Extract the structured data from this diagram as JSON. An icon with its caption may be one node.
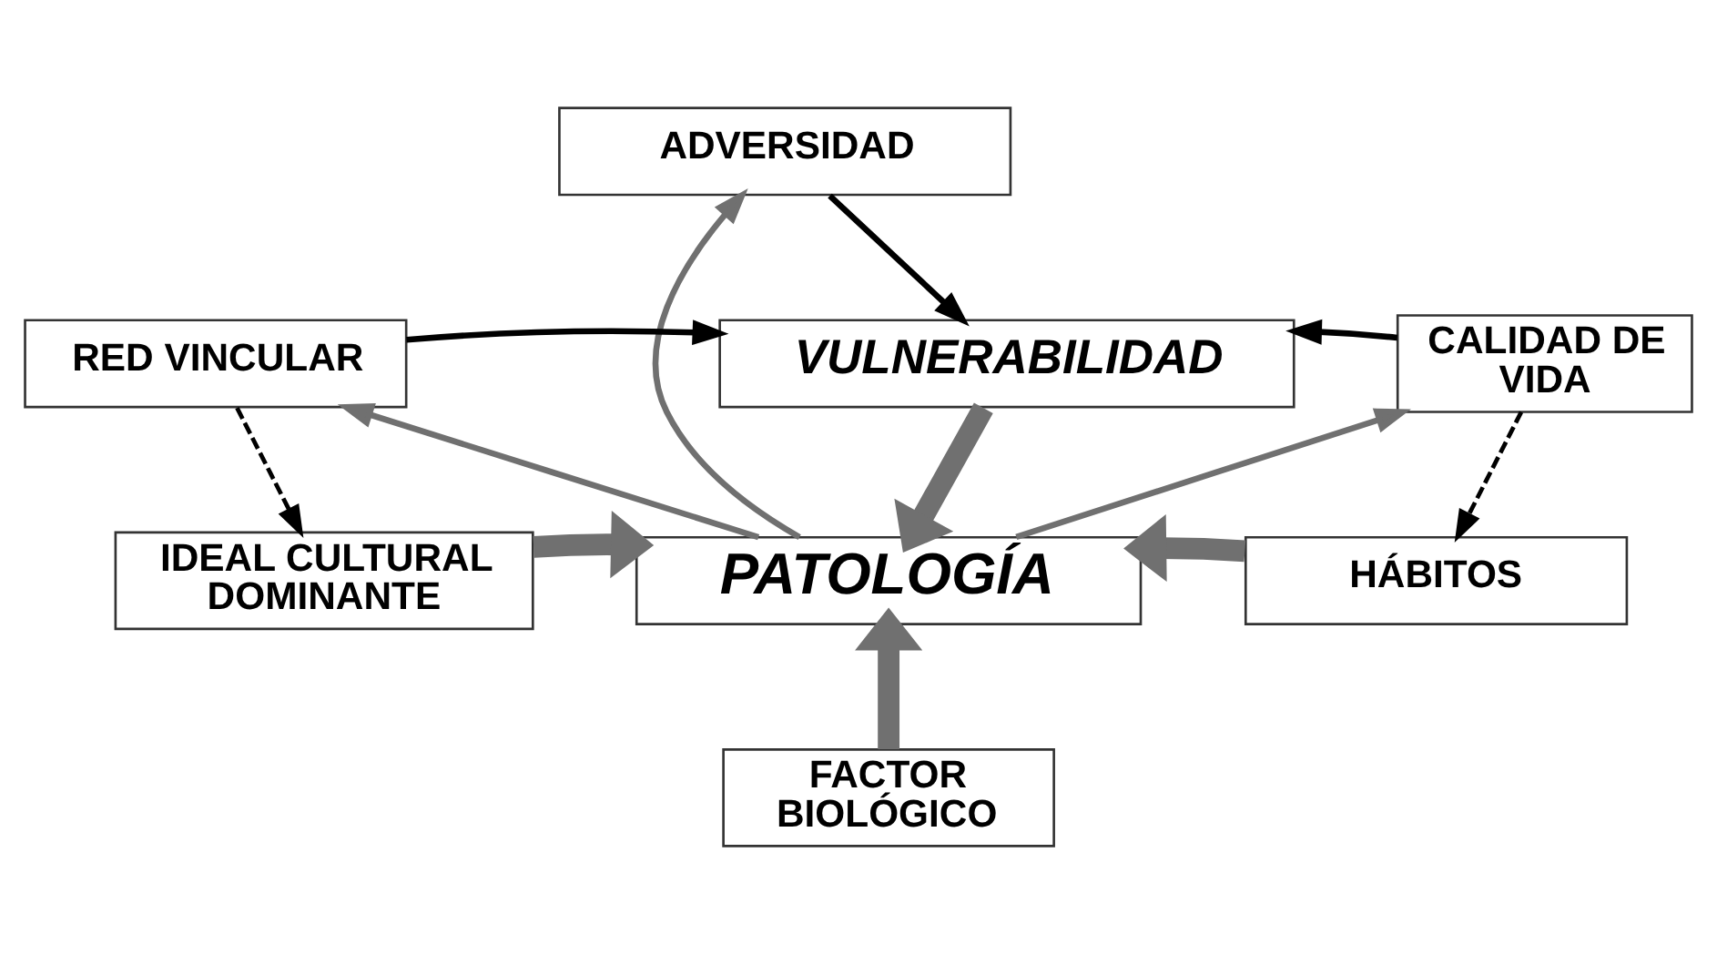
{
  "diagram": {
    "nodes": [
      {
        "text": [
          "ADVERSIDAD"
        ]
      },
      {
        "text": [
          "RED VINCULAR"
        ]
      },
      {
        "text": [
          "VULNERABILIDAD"
        ]
      },
      {
        "text": [
          "CALIDAD DE VIDA"
        ]
      },
      {
        "text": [
          "IDEAL CULTURAL DOMINANTE"
        ]
      },
      {
        "text": [
          "PATOLOGÍA"
        ]
      },
      {
        "text": [
          "HÁBITOS"
        ]
      },
      {
        "text": [
          "FACTOR BIOLÓGICO"
        ]
      }
    ],
    "edges": [
      {
        "from": 0,
        "to": 2,
        "arrow": "to",
        "color": "#000000"
      },
      {
        "from": 1,
        "to": 2,
        "arrow": "to",
        "color": "#000000"
      },
      {
        "from": 3,
        "to": 2,
        "arrow": "to",
        "color": "#000000"
      },
      {
        "from": 1,
        "to": 4,
        "arrow": "to",
        "style": "dashed",
        "color": "#000000"
      },
      {
        "from": 3,
        "to": 6,
        "arrow": "to",
        "style": "dashed",
        "color": "#000000"
      },
      {
        "from": 2,
        "to": 5,
        "arrow": "to",
        "style": "thick"
      },
      {
        "from": 5,
        "to": 1,
        "arrow": "to"
      },
      {
        "from": 5,
        "to": 0,
        "arrow": "to"
      },
      {
        "from": 5,
        "to": 3,
        "arrow": "to"
      },
      {
        "from": 4,
        "to": 5,
        "arrow": "to",
        "style": "thick"
      },
      {
        "from": 6,
        "to": 5,
        "arrow": "to",
        "style": "thick"
      },
      {
        "from": 7,
        "to": 5,
        "arrow": "to",
        "style": "thick"
      }
    ]
  }
}
